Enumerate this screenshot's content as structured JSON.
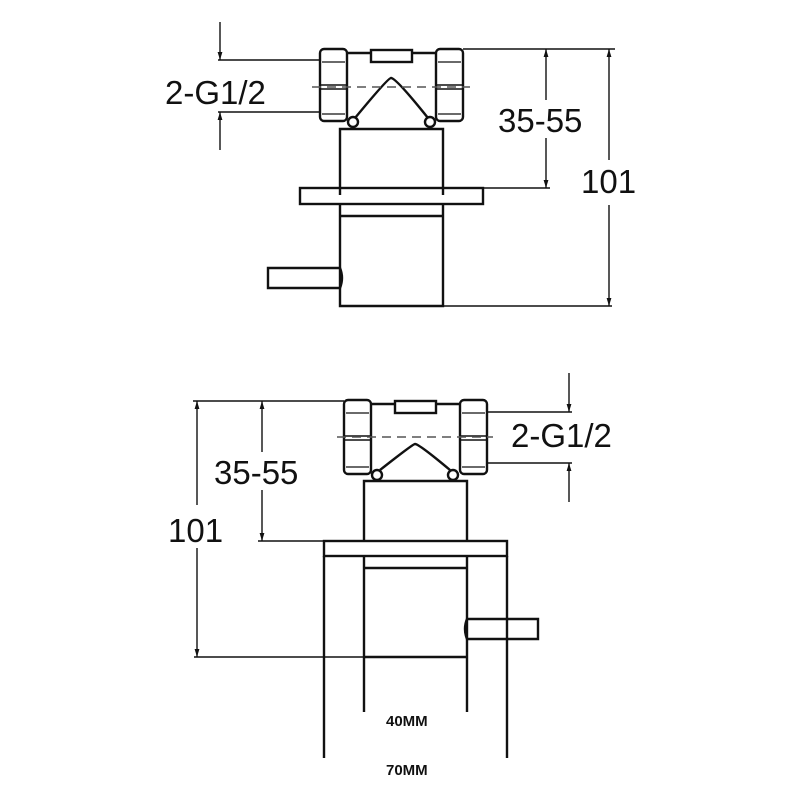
{
  "diagram": {
    "type": "technical-dimension-drawing",
    "subject": "concealed shower valve (two views)",
    "line_color": "#111111",
    "background": "#ffffff",
    "views": [
      {
        "id": "top-view",
        "orientation": "handle left",
        "labels": {
          "thread": "2-G1/2",
          "depth_range": "35-55",
          "overall_height": "101"
        }
      },
      {
        "id": "bottom-view",
        "orientation": "handle right",
        "labels": {
          "thread": "2-G1/2",
          "depth_range": "35-55",
          "overall_height": "101",
          "inner_width": "40MM",
          "outer_width": "70MM"
        }
      }
    ]
  }
}
